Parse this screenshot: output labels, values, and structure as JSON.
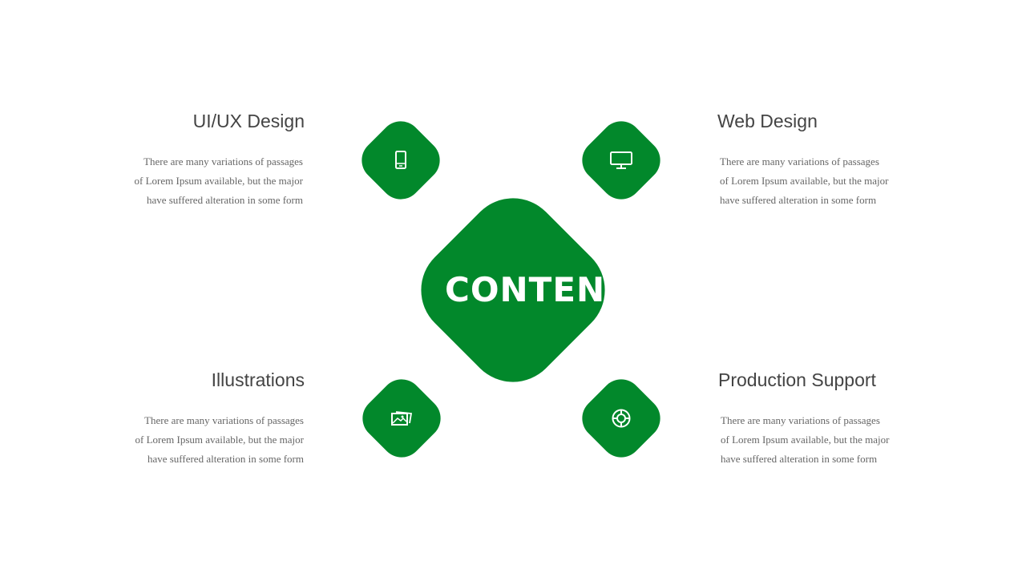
{
  "center": {
    "label": "CONTENT"
  },
  "items": [
    {
      "title": "UI/UX Design",
      "icon": "mobile-phone-icon",
      "lines": [
        "There are many variations  of passages",
        "of Lorem Ipsum  available,  but the major",
        "have suffered alteration in some form"
      ]
    },
    {
      "title": "Web Design",
      "icon": "monitor-icon",
      "lines": [
        "There are many variations  of passages",
        "of Lorem Ipsum  available,  but the major",
        "have suffered alteration in some form"
      ]
    },
    {
      "title": "Illustrations",
      "icon": "images-icon",
      "lines": [
        "There are many variations  of passages",
        "of Lorem Ipsum  available,  but the major",
        "have suffered alteration in some form"
      ]
    },
    {
      "title": "Production Support",
      "icon": "lifebuoy-icon",
      "lines": [
        "There are many variations  of passages",
        "of Lorem Ipsum  available,  but the major",
        "have suffered alteration in some form"
      ]
    }
  ],
  "colors": {
    "accent": "#02882b"
  }
}
